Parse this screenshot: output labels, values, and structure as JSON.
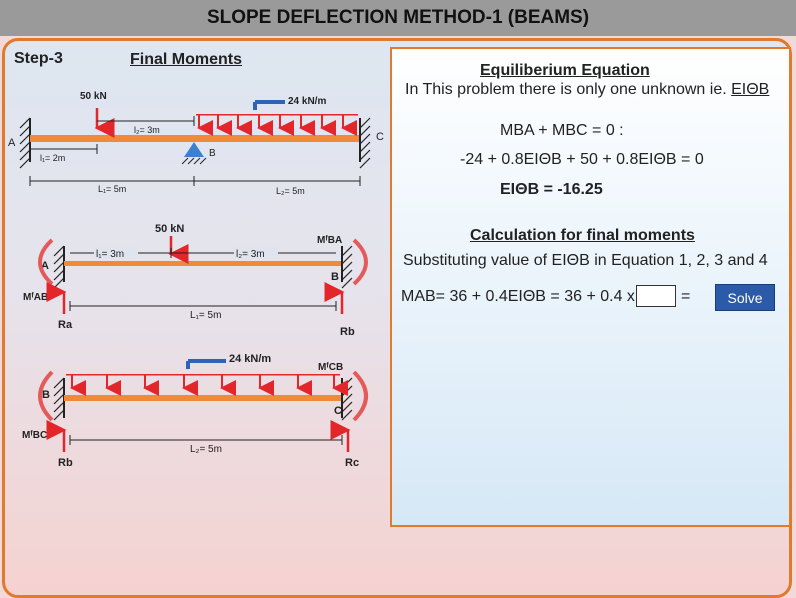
{
  "title": "SLOPE DEFLECTION METHOD-1 (BEAMS)",
  "step": "Step-3",
  "section_title": "Final Moments",
  "beam1": {
    "point_load": "50 kN",
    "udl": "24 kN/m",
    "l2_top": "l₂= 3m",
    "l1_bottom": "l₁= 2m",
    "L1": "L₁= 5m",
    "L2": "L₂= 5m",
    "label_a": "A",
    "label_b": "B",
    "label_c": "C"
  },
  "beam2": {
    "point_load": "50 kN",
    "l1": "l₁= 3m",
    "l2": "l₂= 3m",
    "L1": "L₁= 5m",
    "label_a": "A",
    "label_b": "B",
    "m_fab": "MᶠAB",
    "m_fba": "MᶠBA",
    "ra": "Ra",
    "rb": "Rb"
  },
  "beam3": {
    "udl": "24 kN/m",
    "L2": "L₂= 5m",
    "label_b": "B",
    "label_c": "C",
    "m_fbc": "MᶠBC",
    "m_fcb": "MᶠCB",
    "rb": "Rb",
    "rc": "Rc"
  },
  "panel": {
    "eq_heading": "Equiliberium Equation",
    "intro": "In This problem there is only one unknown ie. ",
    "intro_unknown": "EIΘB",
    "eq1": "MBA + MBC = 0 :",
    "eq2": "-24 + 0.8EIΘB + 50 + 0.8EIΘB = 0",
    "eq3": "EIΘB = -16.25",
    "calc_heading": "Calculation for final moments",
    "subst_text": "Substituting value of EIΘB in Equation 1, 2, 3 and 4",
    "mab_expr": "MAB= 36 + 0.4EIΘB = 36 + 0.4 x",
    "equals": "=",
    "answer_value": "",
    "solve_label": "Solve"
  },
  "colors": {
    "beam": "#ee8a3a",
    "load_arrow": "#e3262a",
    "udl_arrow": "#2f62b8",
    "accent": "#e07a2e",
    "solve_button": "#2a5aa8"
  }
}
